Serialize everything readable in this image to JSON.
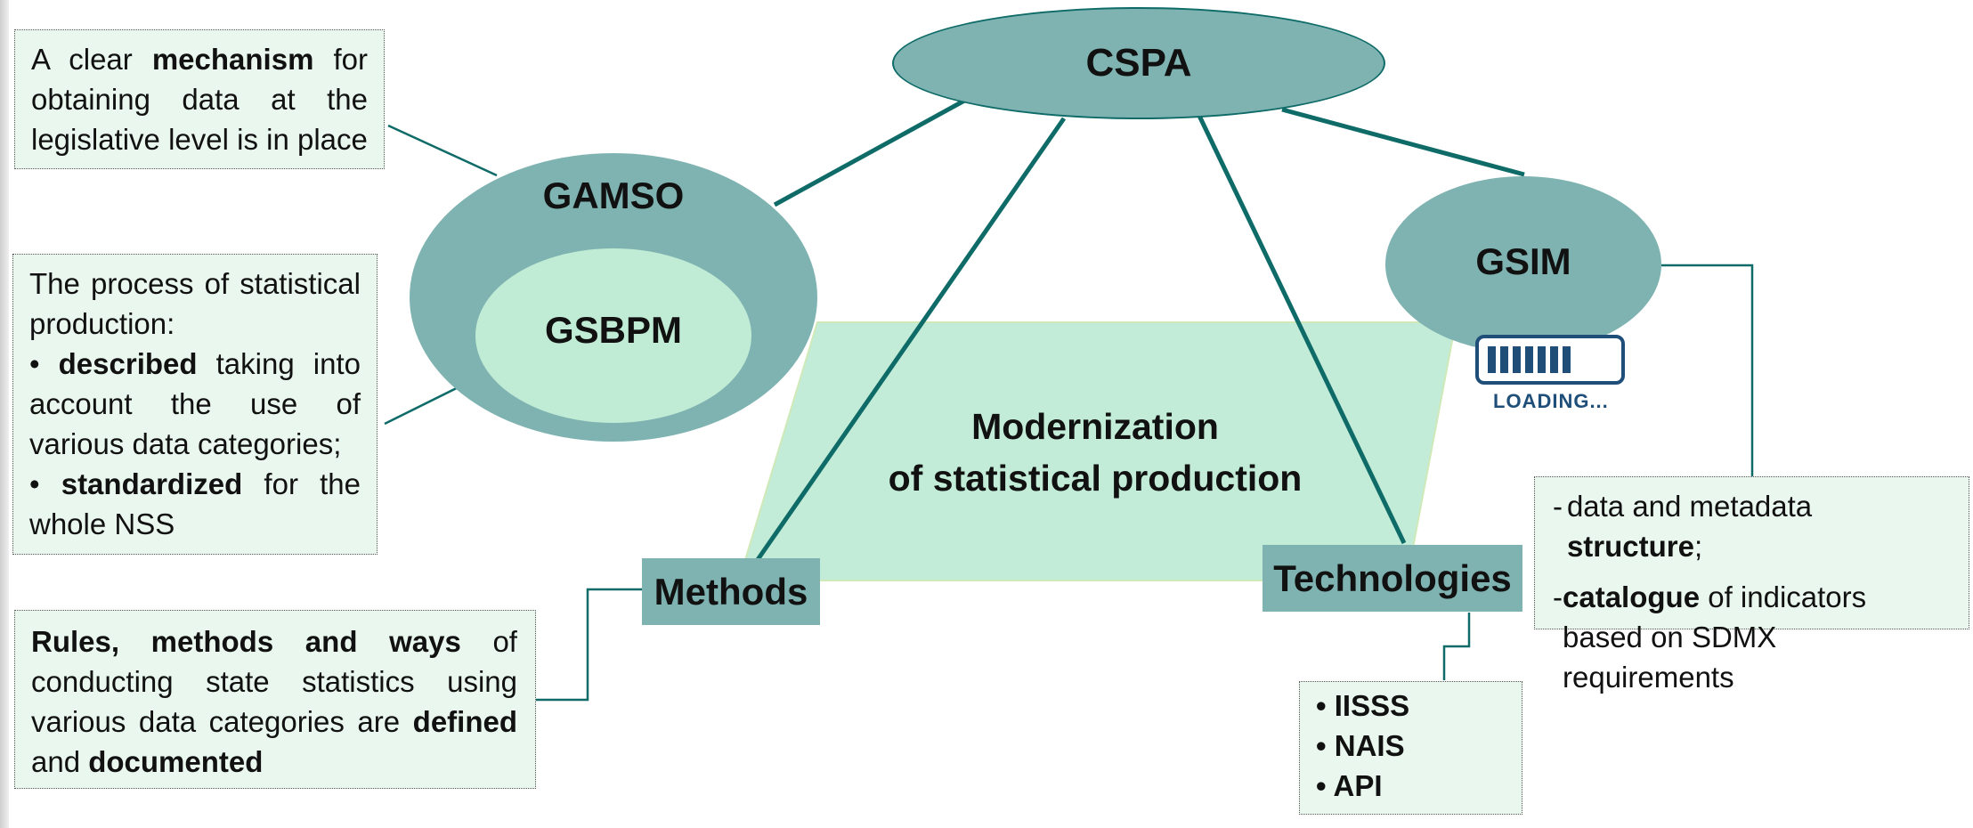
{
  "nodes": {
    "cspa": "CSPA",
    "gamso": "GAMSO",
    "gsbpm": "GSBPM",
    "gsim": "GSIM",
    "methods": "Methods",
    "technologies": "Technologies",
    "center_title_line1": "Modernization",
    "center_title_line2": "of statistical production",
    "loading": "LOADING..."
  },
  "notes": {
    "mechanism": {
      "t1": "A clear ",
      "b1": "mechanism",
      "t2": " for obtaining data at the legislative level is in place"
    },
    "process": {
      "intro": "The process of statistical production:",
      "bullet1_bold": "described",
      "bullet1_text": " taking into account the use of various data categories;",
      "bullet2_bold": "standardized",
      "bullet2_text": " for the whole NSS"
    },
    "rules": {
      "b1": "Rules, methods and ways",
      "t1": " of conducting state statistics using various data categories are ",
      "b2": "defined",
      "t2": " and ",
      "b3": "documented"
    },
    "structure": {
      "item1_text": "data and metadata ",
      "item1_bold": "structure",
      "item1_end": ";",
      "item2_bold": "catalogue",
      "item2_text": " of indicators based on SDMX requirements"
    },
    "tech_list": [
      "IISSS",
      "NAIS",
      "API"
    ]
  },
  "colors": {
    "ellipse_teal": "#7fb3b1",
    "ellipse_light": "#c0ebd5",
    "parallelogram": "#c2ecd7",
    "line": "#0e6b68",
    "note_bg": "#e9f7ee",
    "loading_blue": "#1f4e79"
  }
}
